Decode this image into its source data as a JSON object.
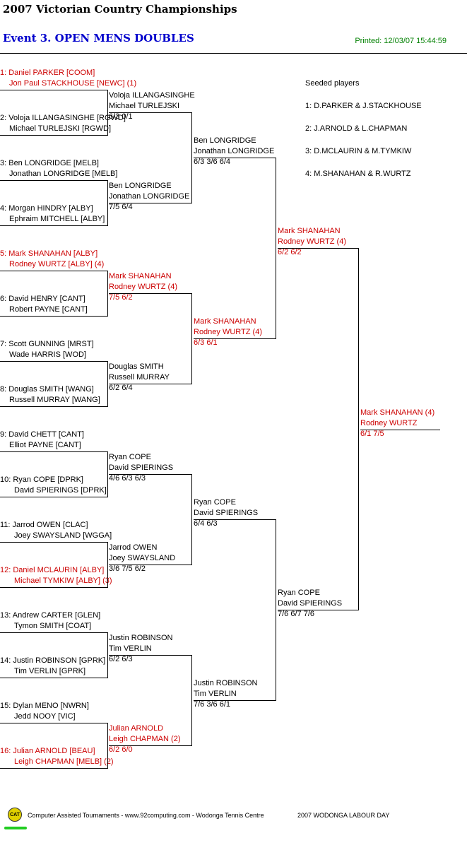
{
  "header": {
    "title": "2007 Victorian Country Championships",
    "event": "Event 3. OPEN MENS DOUBLES",
    "printed": "Printed: 12/03/07 15:44:59"
  },
  "seeded": {
    "heading": "Seeded players",
    "items": [
      "1: D.PARKER & J.STACKHOUSE",
      "2: J.ARNOLD & L.CHAPMAN",
      "3: D.MCLAURIN & M.TYMKIW",
      "4: M.SHANAHAN & R.WURTZ"
    ]
  },
  "round1": [
    {
      "p1": "1: Daniel PARKER [COOM]",
      "p2": "Jon Paul STACKHOUSE [NEWC] (1)",
      "seeded": true
    },
    {
      "p1": "2: Voloja ILLANGASINGHE [RGWD]",
      "p2": "Michael TURLEJSKI [RGWD]",
      "seeded": false
    },
    {
      "p1": "3: Ben LONGRIDGE [MELB]",
      "p2": "Jonathan LONGRIDGE [MELB]",
      "seeded": false
    },
    {
      "p1": "4: Morgan HINDRY [ALBY]",
      "p2": "Ephraim MITCHELL [ALBY]",
      "seeded": false
    },
    {
      "p1": "5: Mark SHANAHAN [ALBY]",
      "p2": "Rodney WURTZ [ALBY] (4)",
      "seeded": true
    },
    {
      "p1": "6: David HENRY [CANT]",
      "p2": "Robert PAYNE [CANT]",
      "seeded": false
    },
    {
      "p1": "7: Scott GUNNING [MRST]",
      "p2": "Wade HARRIS [WOD]",
      "seeded": false
    },
    {
      "p1": "8: Douglas SMITH [WANG]",
      "p2": "Russell MURRAY [WANG]",
      "seeded": false
    },
    {
      "p1": "9: David CHETT [CANT]",
      "p2": "Elliot PAYNE [CANT]",
      "seeded": false
    },
    {
      "p1": "10: Ryan COPE [DPRK]",
      "p2": "David SPIERINGS [DPRK]",
      "seeded": false
    },
    {
      "p1": "11: Jarrod OWEN [CLAC]",
      "p2": "Joey SWAYSLAND [WGGA]",
      "seeded": false
    },
    {
      "p1": "12: Daniel MCLAURIN [ALBY]",
      "p2": "Michael TYMKIW [ALBY] (3)",
      "seeded": true
    },
    {
      "p1": "13: Andrew CARTER [GLEN]",
      "p2": "Tymon SMITH [COAT]",
      "seeded": false
    },
    {
      "p1": "14: Justin ROBINSON [GPRK]",
      "p2": "Tim VERLIN [GPRK]",
      "seeded": false
    },
    {
      "p1": "15: Dylan MENO [NWRN]",
      "p2": "Jedd NOOY [VIC]",
      "seeded": false
    },
    {
      "p1": "16: Julian ARNOLD [BEAU]",
      "p2": "Leigh CHAPMAN [MELB] (2)",
      "seeded": true
    }
  ],
  "round2": [
    {
      "p1": "Voloja ILLANGASINGHE",
      "p2": "Michael TURLEJSKI",
      "score": "6/3 0/1",
      "seeded": false
    },
    {
      "p1": "Ben LONGRIDGE",
      "p2": "Jonathan LONGRIDGE",
      "score": "7/5 6/4",
      "seeded": false
    },
    {
      "p1": "Mark SHANAHAN",
      "p2": "Rodney WURTZ (4)",
      "score": "7/5 6/2",
      "seeded": true
    },
    {
      "p1": "Douglas SMITH",
      "p2": "Russell MURRAY",
      "score": "6/2 6/4",
      "seeded": false
    },
    {
      "p1": "Ryan COPE",
      "p2": "David SPIERINGS",
      "score": "4/6 6/3 6/3",
      "seeded": false
    },
    {
      "p1": "Jarrod OWEN",
      "p2": "Joey SWAYSLAND",
      "score": "3/6 7/5 6/2",
      "seeded": false
    },
    {
      "p1": "Justin ROBINSON",
      "p2": "Tim VERLIN",
      "score": "6/2 6/3",
      "seeded": false
    },
    {
      "p1": "Julian ARNOLD",
      "p2": "Leigh CHAPMAN (2)",
      "score": "6/2 6/0",
      "seeded": true
    }
  ],
  "round3": [
    {
      "p1": "Ben LONGRIDGE",
      "p2": "Jonathan LONGRIDGE",
      "score": "6/3 3/6 6/4",
      "seeded": false
    },
    {
      "p1": "Mark SHANAHAN",
      "p2": "Rodney WURTZ (4)",
      "score": "6/3 6/1",
      "seeded": true
    },
    {
      "p1": "Ryan COPE",
      "p2": "David SPIERINGS",
      "score": "6/4 6/3",
      "seeded": false
    },
    {
      "p1": "Justin ROBINSON",
      "p2": "Tim VERLIN",
      "score": "7/6 3/6 6/1",
      "seeded": false
    }
  ],
  "round4": [
    {
      "p1": "Mark SHANAHAN",
      "p2": "Rodney WURTZ (4)",
      "score": "6/2 6/2",
      "seeded": true
    },
    {
      "p1": "Ryan COPE",
      "p2": "David SPIERINGS",
      "score": "7/6 6/7 7/6",
      "seeded": false
    }
  ],
  "final": [
    {
      "p1": "Mark SHANAHAN (4)",
      "p2": "Rodney WURTZ",
      "score": "6/1 7/5",
      "seeded": true
    }
  ],
  "footer": {
    "logo": "CAT",
    "credit": "Computer Assisted Tournaments - www.92computing.com -  Wodonga Tennis Centre",
    "event": "2007 WODONGA LABOUR DAY"
  }
}
